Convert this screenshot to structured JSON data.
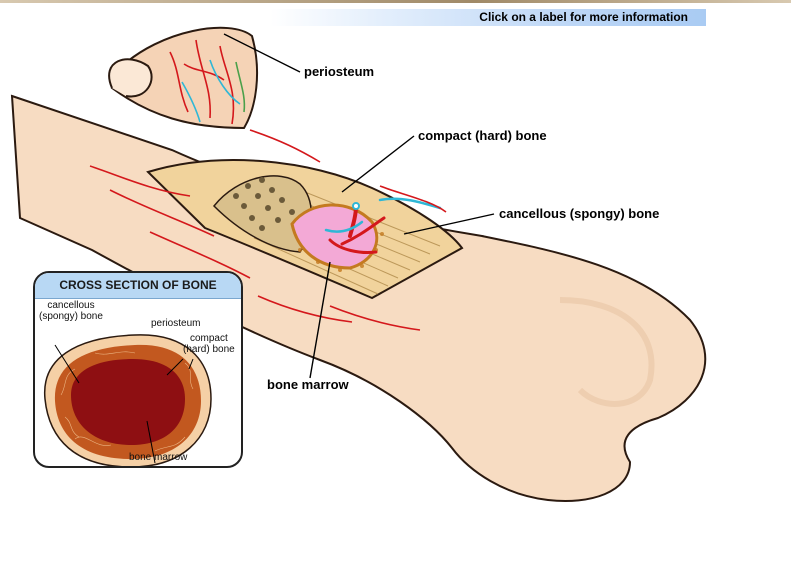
{
  "hint": "Click on a label for more information",
  "labels": {
    "periosteum": "periosteum",
    "compact": "compact (hard) bone",
    "cancellous": "cancellous (spongy) bone",
    "marrow": "bone marrow"
  },
  "inset": {
    "title": "CROSS SECTION OF BONE",
    "cancellous": "cancellous\n(spongy) bone",
    "periosteum": "periosteum",
    "compact": "compact\n(hard) bone",
    "marrow": "bone marrow"
  },
  "colors": {
    "bone": "#f7dcc2",
    "outline": "#2b1a10",
    "vessel_red": "#d4181c",
    "vessel_blue": "#2fb7d6",
    "marrow": "#8e0f12",
    "spongy": "#c2581f",
    "title_bar": "#b8d8f4"
  }
}
